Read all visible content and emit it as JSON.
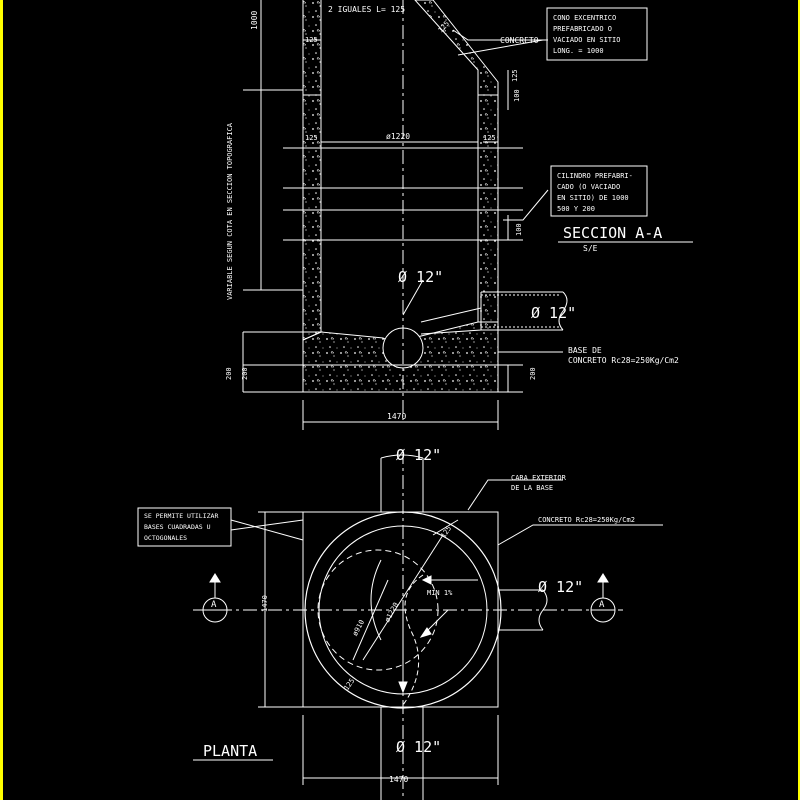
{
  "section": {
    "note_top": "2 IGUALES L= 125",
    "dim_1000": "1000",
    "dim_125_a": "125",
    "dim_125_b": "125",
    "dim_125_c": "125",
    "dim_125_d": "125",
    "dim_125_e": "125",
    "dim_100_a": "100",
    "dim_100_b": "100",
    "dim_diam_1220": "ø1220",
    "label_concreto": "CONCRETO",
    "box_cono": [
      "CONO EXCENTRICO",
      "PREFABRICADO O",
      "VACIADO EN SITIO",
      "LONG. = 1000"
    ],
    "box_cilindro": [
      "CILINDRO PREFABRI-",
      "CADO (O VACIADO",
      "EN SITIO) DE 1000",
      "500 Y 200"
    ],
    "vertical_note": "VARIABLE SEGUN COTA EN SECCION TOPOGRAFICA",
    "pipe_in": "Ø 12\"",
    "pipe_out": "Ø 12\"",
    "base_note": [
      "BASE DE",
      "CONCRETO Rc28=250Kg/Cm2"
    ],
    "dim_200_a": "200",
    "dim_200_b": "200",
    "dim_200_c": "200",
    "dim_1470": "1470",
    "title": "SECCION A-A",
    "scale": "S/E"
  },
  "plan": {
    "pipe_top": "Ø 12\"",
    "pipe_right": "Ø 12\"",
    "pipe_bottom": "Ø 12\"",
    "cara_note": [
      "CARA EXTERIOR",
      "DE LA BASE"
    ],
    "concreto_note": "CONCRETO Rc28=250Kg/Cm2",
    "permite_note": [
      "SE PERMITE UTILIZAR",
      "BASES CUADRADAS U",
      "OCTOGONALES"
    ],
    "dim_1470_v": "1470",
    "dim_1470_h": "1470",
    "dim_125_a": "125",
    "dim_125_b": "125",
    "dim_diam_910": "ø910",
    "dim_diam_1220": "ø1220",
    "slope": "MIN 1%",
    "cut_left": "A",
    "cut_right": "A",
    "title": "PLANTA"
  }
}
